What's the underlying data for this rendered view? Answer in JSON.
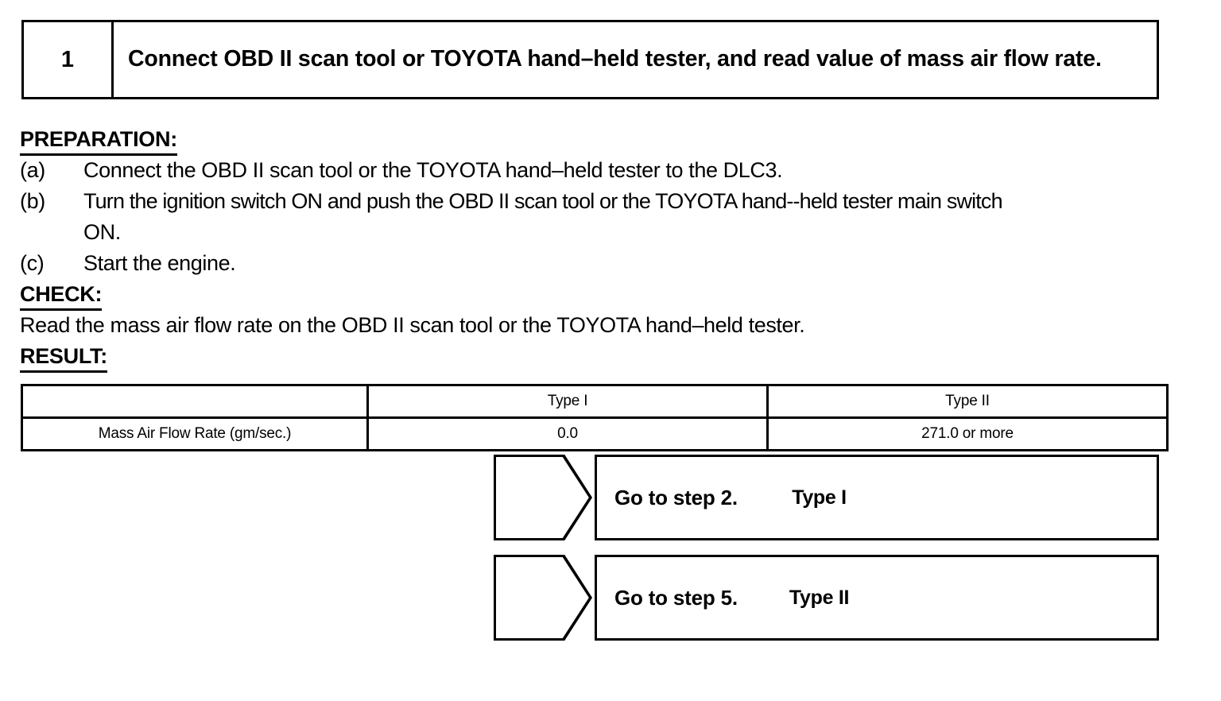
{
  "step": {
    "number": "1",
    "instruction": "Connect OBD II scan tool or TOYOTA hand–held tester, and read value of mass air flow rate."
  },
  "preparation": {
    "heading": "PREPARATION:",
    "items": [
      {
        "marker": "(a)",
        "text": "Connect the OBD II scan tool or the TOYOTA hand–held tester to the DLC3."
      },
      {
        "marker": "(b)",
        "text": "Turn the ignition switch ON and push the OBD II scan tool or the TOYOTA hand--held tester main switch",
        "continuation": "ON."
      },
      {
        "marker": "(c)",
        "text": "Start the engine."
      }
    ]
  },
  "check": {
    "heading": "CHECK:",
    "text": "Read the mass air flow rate on the OBD II scan tool or the TOYOTA hand–held tester."
  },
  "result": {
    "heading": "RESULT:",
    "table": {
      "header": [
        "",
        "Type I",
        "Type II"
      ],
      "rows": [
        [
          "Mass Air Flow Rate (gm/sec.)",
          "0.0",
          "271.0 or more"
        ]
      ]
    }
  },
  "branches": [
    {
      "tag": "Type I",
      "action": "Go to step 2."
    },
    {
      "tag": "Type II",
      "action": "Go to step 5."
    }
  ]
}
